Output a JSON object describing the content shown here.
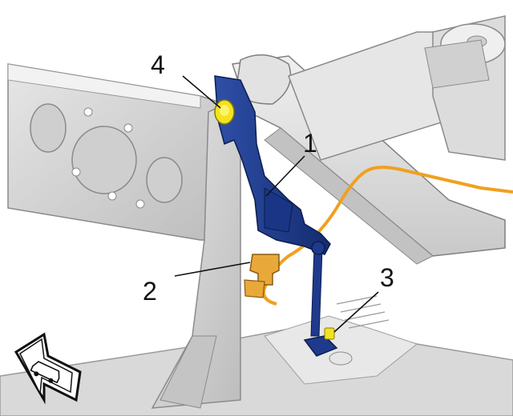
{
  "callouts": [
    {
      "id": "1",
      "label": "1"
    },
    {
      "id": "2",
      "label": "2"
    },
    {
      "id": "3",
      "label": "3"
    },
    {
      "id": "4",
      "label": "4"
    }
  ],
  "colors": {
    "background": "#ffffff",
    "body_grey": "#d6d6d6",
    "light_grey": "#ececec",
    "edge": "#8a8a8a",
    "sensor_blue": "#1f3a8c",
    "sensor_blue_dark": "#102560",
    "connector_orange": "#e8a93a",
    "wire_orange": "#f0a020",
    "bolt_yellow": "#f2e320"
  },
  "icons": {
    "direction": "vehicle-front-arrow-icon"
  }
}
